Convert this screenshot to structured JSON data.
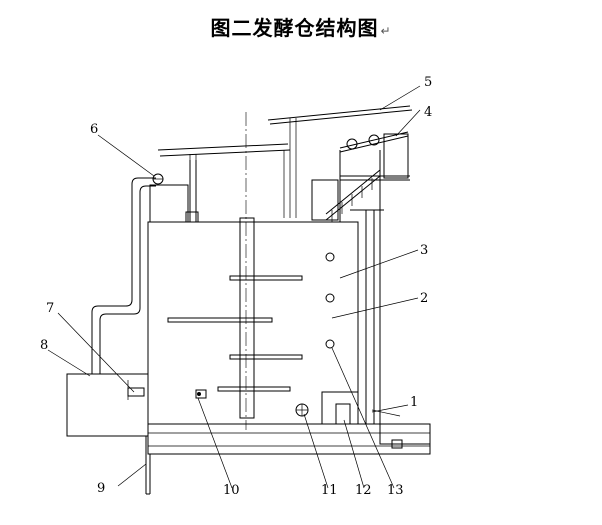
{
  "title": "图二发酵仓结构图",
  "title_mark": "↵",
  "labels": [
    "1",
    "2",
    "3",
    "4",
    "5",
    "6",
    "7",
    "8",
    "9",
    "10",
    "11",
    "12",
    "13"
  ]
}
